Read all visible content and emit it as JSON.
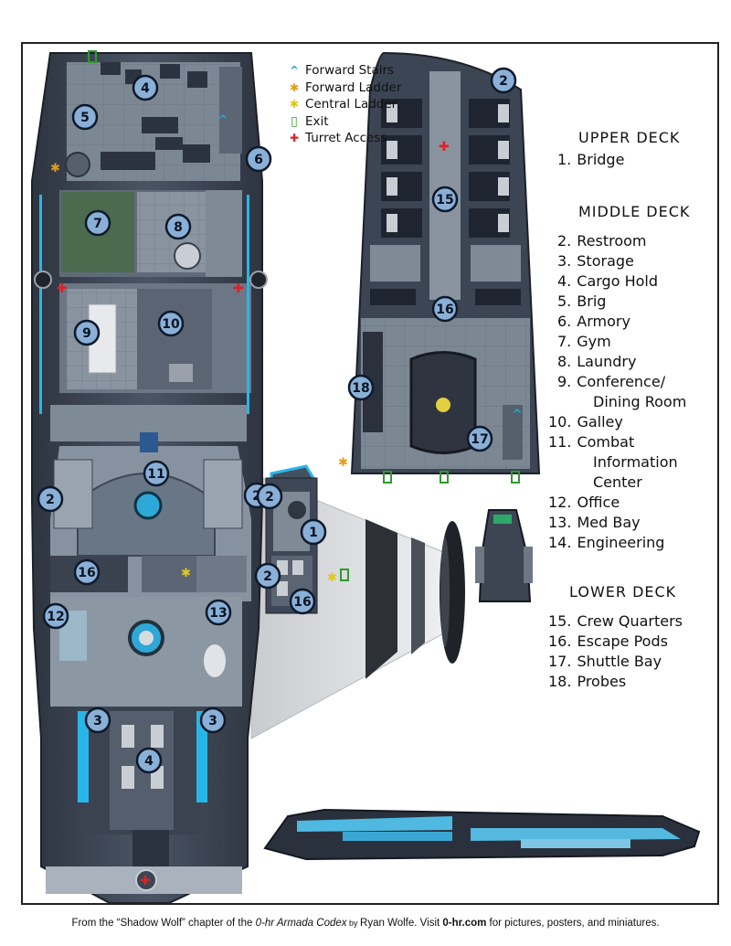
{
  "legend": [
    {
      "icon": "caret-up-icon",
      "symbol": "^",
      "color": "#2aa4c8",
      "label": "Forward Stairs"
    },
    {
      "icon": "gear-orange-icon",
      "symbol": "✱",
      "color": "#e49a1c",
      "label": "Forward Ladder"
    },
    {
      "icon": "gear-yellow-icon",
      "symbol": "✱",
      "color": "#d8c81a",
      "label": "Central Ladder"
    },
    {
      "icon": "exit-door-icon",
      "symbol": "[]",
      "color": "#2f9a2f",
      "label": "Exit"
    },
    {
      "icon": "red-cross-icon",
      "symbol": "✚",
      "color": "#d8232a",
      "label": "Turret Access"
    }
  ],
  "decks": {
    "upper": {
      "title": "UPPER DECK",
      "rooms": [
        {
          "num": "1.",
          "name": "Bridge"
        }
      ]
    },
    "middle": {
      "title": "MIDDLE DECK",
      "rooms": [
        {
          "num": "2.",
          "name": "Restroom"
        },
        {
          "num": "3.",
          "name": "Storage"
        },
        {
          "num": "4.",
          "name": "Cargo Hold"
        },
        {
          "num": "5.",
          "name": "Brig"
        },
        {
          "num": "6.",
          "name": "Armory"
        },
        {
          "num": "7.",
          "name": "Gym"
        },
        {
          "num": "8.",
          "name": "Laundry"
        },
        {
          "num": "9.",
          "name": "Conference/",
          "cont": "Dining Room"
        },
        {
          "num": "10.",
          "name": "Galley"
        },
        {
          "num": "11.",
          "name": "Combat",
          "cont": "Information",
          "cont2": "Center"
        },
        {
          "num": "12.",
          "name": "Office"
        },
        {
          "num": "13.",
          "name": "Med Bay"
        },
        {
          "num": "14.",
          "name": "Engineering"
        }
      ]
    },
    "lower": {
      "title": "LOWER DECK",
      "rooms": [
        {
          "num": "15.",
          "name": "Crew Quarters"
        },
        {
          "num": "16.",
          "name": "Escape Pods"
        },
        {
          "num": "17.",
          "name": "Shuttle Bay"
        },
        {
          "num": "18.",
          "name": "Probes"
        }
      ]
    }
  },
  "callouts": {
    "middle_deck": [
      "4",
      "5",
      "6",
      "7",
      "8",
      "9",
      "10",
      "2",
      "11",
      "2",
      "16",
      "12",
      "13",
      "3",
      "3",
      "4"
    ],
    "upper_deck": [
      "2",
      "1",
      "2",
      "16"
    ],
    "lower_deck": [
      "2",
      "15",
      "16",
      "18",
      "17"
    ]
  },
  "footer": {
    "prefix": "From the “Shadow Wolf” chapter of the ",
    "book": "0-hr Armada Codex",
    "by": " by ",
    "author": "Ryan Wolfe.",
    "visit": "  Visit ",
    "site": "0-hr.com",
    "suffix": " for pictures, posters, and miniatures."
  },
  "colors": {
    "hull": "#3c4553",
    "floor": "#7f8a97",
    "accent": "#28b6e8",
    "callout_fill": "#8ab0d8",
    "turret": "#d8232a",
    "exit": "#2f9a2f"
  }
}
